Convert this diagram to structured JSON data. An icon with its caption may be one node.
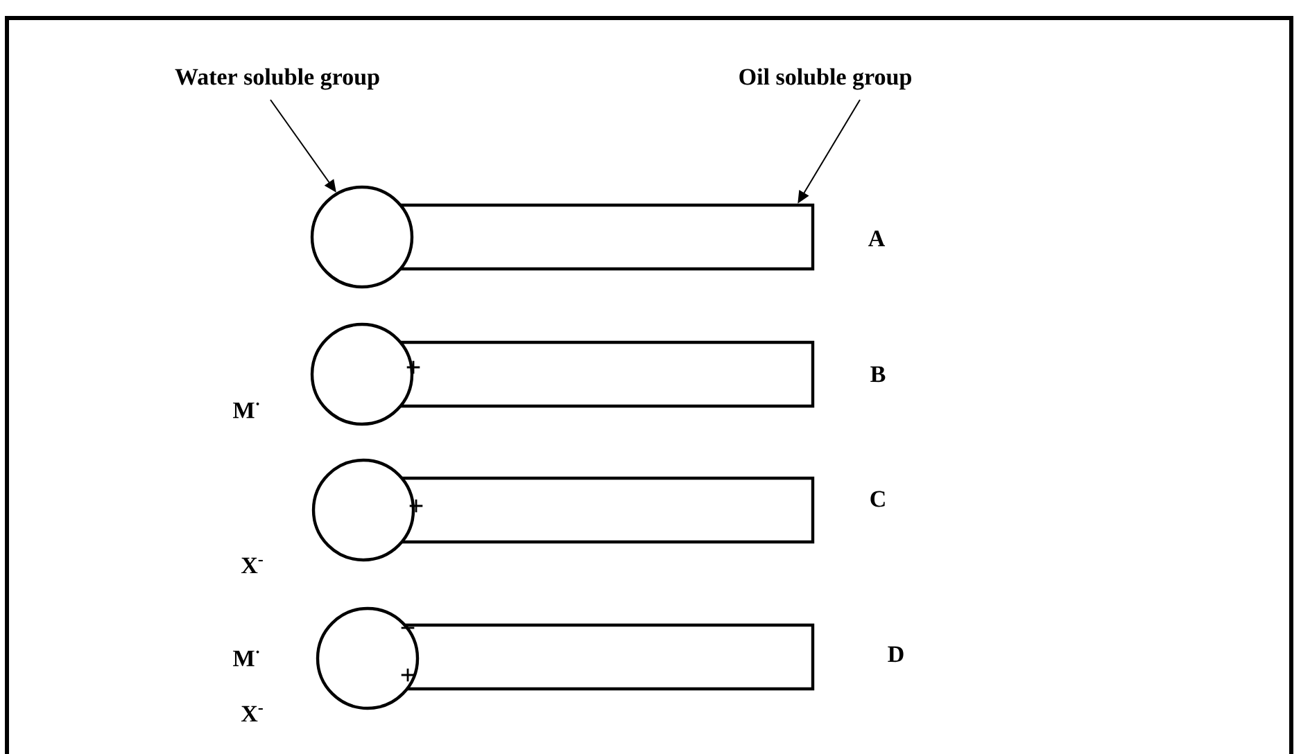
{
  "diagram": {
    "nodes": [
      {
        "text": [
          "Water soluble group"
        ]
      },
      {
        "text": [
          "Oil soluble group"
        ]
      },
      {
        "text": [],
        "shape": "box",
        "beside": [
          "A"
        ]
      },
      {
        "text": [],
        "shape": "circle"
      },
      {
        "text": [],
        "shape": "box",
        "beside": [
          "B"
        ]
      },
      {
        "text": [],
        "shape": "circle"
      },
      {
        "text": [],
        "shape": "box",
        "beside": [
          "C"
        ]
      },
      {
        "text": [],
        "shape": "circle"
      },
      {
        "text": [],
        "shape": "box",
        "beside": [
          "D"
        ]
      },
      {
        "text": [],
        "shape": "circle"
      }
    ],
    "edges": [
      {
        "from": 0,
        "to": 3,
        "arrow": "to"
      },
      {
        "from": 1,
        "to": 2,
        "arrow": "to"
      }
    ],
    "labels": [
      "+",
      "M$^{·}$",
      "+",
      "X$^{-}$",
      "−",
      "+",
      "M$^{·}$",
      "X$^{-}$"
    ]
  }
}
